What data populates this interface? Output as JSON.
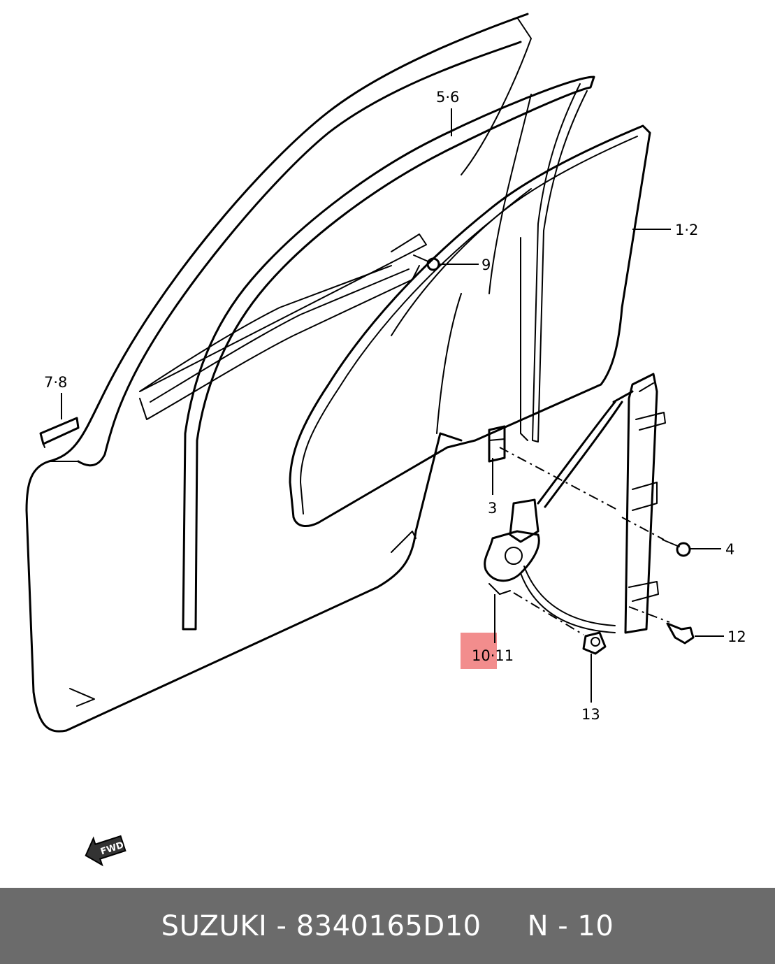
{
  "diagram": {
    "callouts": {
      "c1_2": "1·2",
      "c3": "3",
      "c4": "4",
      "c5_6": "5·6",
      "c7_8": "7·8",
      "c9": "9",
      "c10_11": "10·11",
      "c12": "12",
      "c13": "13"
    },
    "highlighted_part": "10",
    "highlight_color": "#eb5050",
    "fwd_label": "FWD",
    "fwd_icon": "fwd-arrow-icon"
  },
  "footer": {
    "brand": "SUZUKI",
    "part_number": "8340165D10",
    "position": "N - 10",
    "text": "SUZUKI - 8340165D10     N - 10",
    "background": "#6b6b6b"
  }
}
